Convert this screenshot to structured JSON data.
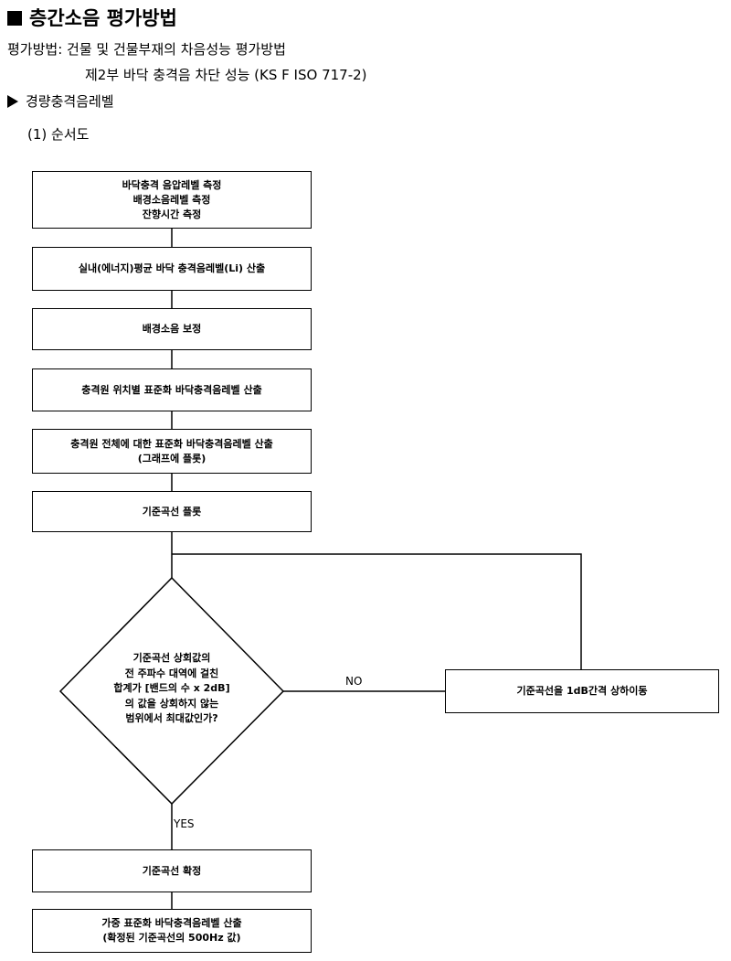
{
  "header": {
    "title": "층간소음 평가방법",
    "method_line": "평가방법: 건물 및 건물부재의 차음성능 평가방법",
    "standard_line": "제2부 바닥 충격음 차단 성능 (KS F ISO 717-2)",
    "section": "경량충격음레벨",
    "subsection": "(1) 순서도"
  },
  "flowchart": {
    "step1": {
      "lines": [
        "바닥충격 음압레벨 측정",
        "배경소음레벨 측정",
        "잔향시간 측정"
      ]
    },
    "step2": "실내(에너지)평균 바닥 충격음레벨(Li) 산출",
    "step3": "배경소음 보정",
    "step4": "충격원 위치별 표준화 바닥충격음레벨 산출",
    "step5": {
      "lines": [
        "충격원 전체에 대한 표준화 바닥충격음레벨 산출",
        "(그래프에 플롯)"
      ]
    },
    "step6": "기준곡선 플롯",
    "decision": {
      "lines": [
        "기준곡선 상회값의",
        "전 주파수 대역에 걸친",
        "합계가 [밴드의 수 x 2dB]",
        "의 값을 상회하지 않는",
        "범위에서 최대값인가?"
      ]
    },
    "no_label": "NO",
    "yes_label": "YES",
    "adjust_step": "기준곡선을 1dB간격 상하이동",
    "step7": "기준곡선 확정",
    "step8": {
      "lines": [
        "가중 표준화 바닥충격음레벨 산출",
        "(확정된 기준곡선의 500Hz 값)"
      ]
    }
  }
}
